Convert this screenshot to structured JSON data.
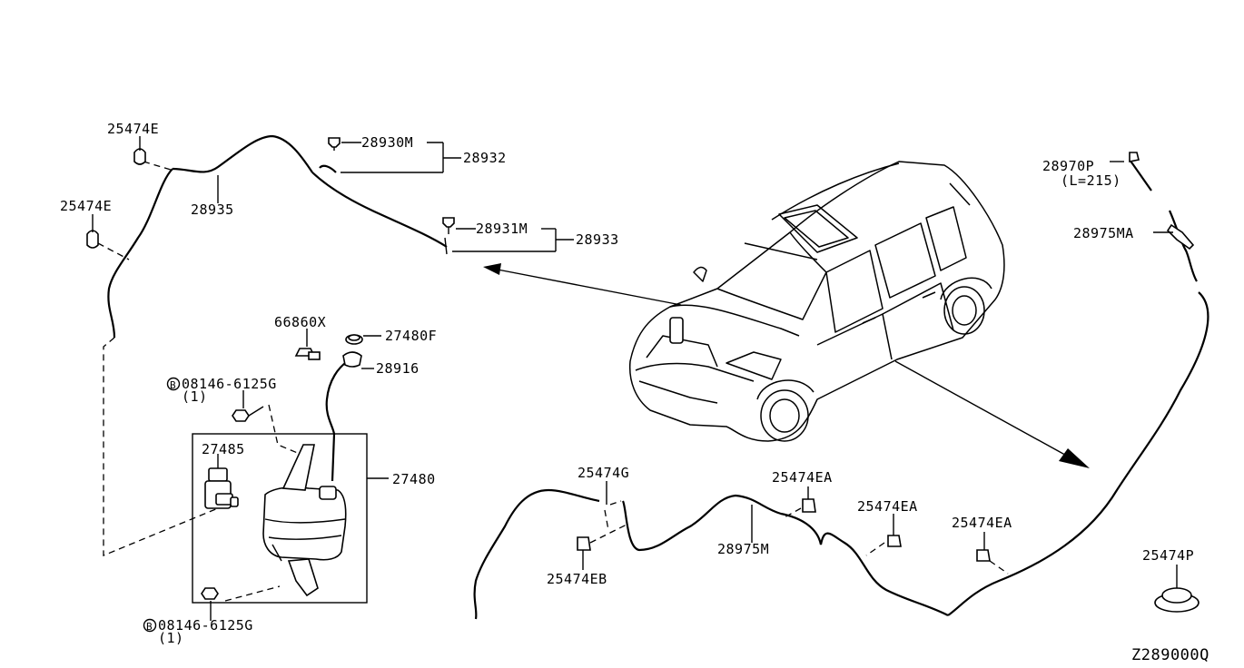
{
  "labels": {
    "p25474e_top": "25474E",
    "p25474e_mid": "25474E",
    "p28935": "28935",
    "p28930m": "28930M",
    "p28932": "28932",
    "p28931m": "28931M",
    "p28933": "28933",
    "p66860x": "66860X",
    "p27480f": "27480F",
    "p28916": "28916",
    "p08146_top": "08146-6125G",
    "p08146_top_qty": "(1)",
    "p27485": "27485",
    "p27480": "27480",
    "p08146_bot": "08146-6125G",
    "p08146_bot_qty": "(1)",
    "p28970p": "28970P",
    "p28970p_len": "(L=215)",
    "p28975ma": "28975MA",
    "p25474g": "25474G",
    "p25474ea_1": "25474EA",
    "p25474ea_2": "25474EA",
    "p25474ea_3": "25474EA",
    "p28975m": "28975M",
    "p25474eb": "25474EB",
    "p25474p": "25474P",
    "bolt_marker": "B",
    "diagram_code": "Z289000Q"
  }
}
